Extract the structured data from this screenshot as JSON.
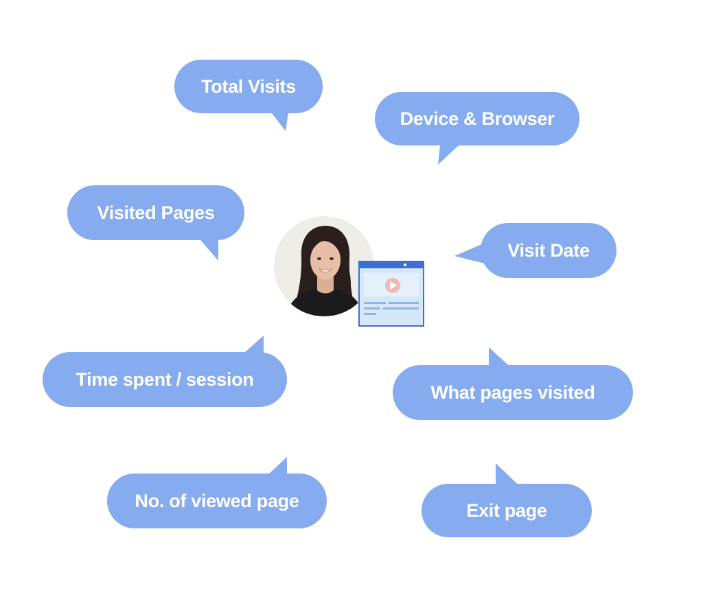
{
  "colors": {
    "bubble": "#86abee",
    "bubble_text": "#ffffff",
    "avatar_bg": "#eeede8",
    "browser_frame": "#3b6fd6",
    "browser_fill": "#d6e8f8",
    "play_button": "#f4b7b7"
  },
  "icons": {
    "center_person": "user-avatar",
    "browser_window": "browser-window-icon",
    "video_play": "play-icon"
  },
  "bubbles": {
    "total_visits": "Total Visits",
    "device_browser": "Device & Browser",
    "visited_pages": "Visited Pages",
    "visit_date": "Visit Date",
    "time_spent": "Time spent / session",
    "what_pages": "What pages visited",
    "viewed_pages": "No. of viewed page",
    "exit_page": "Exit page"
  }
}
